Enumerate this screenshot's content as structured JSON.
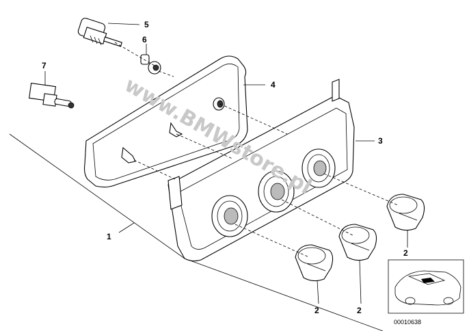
{
  "diagram": {
    "callouts": [
      {
        "id": "callout-1",
        "label": "1"
      },
      {
        "id": "callout-2a",
        "label": "2"
      },
      {
        "id": "callout-2b",
        "label": "2"
      },
      {
        "id": "callout-2c",
        "label": "2"
      },
      {
        "id": "callout-3",
        "label": "3"
      },
      {
        "id": "callout-4",
        "label": "4"
      },
      {
        "id": "callout-5",
        "label": "5"
      },
      {
        "id": "callout-6",
        "label": "6"
      },
      {
        "id": "callout-7",
        "label": "7"
      }
    ],
    "watermark": "www.BMWstore.pl",
    "document_number": "00010638"
  }
}
